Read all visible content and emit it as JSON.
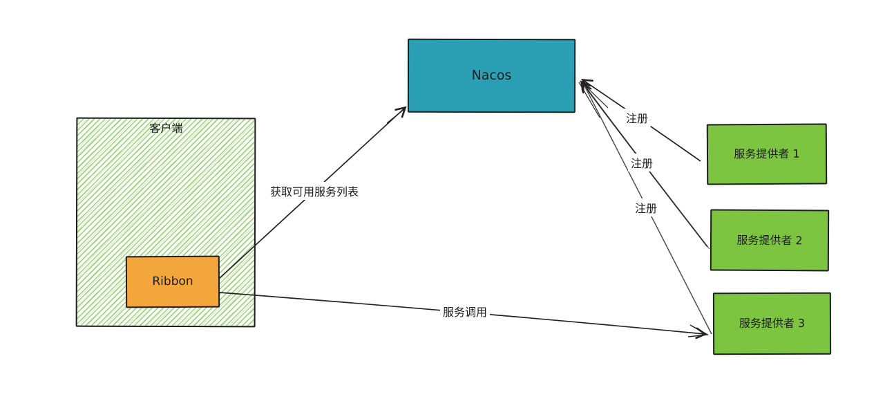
{
  "nodes": {
    "client": {
      "label": "客户端",
      "type": "container",
      "fill": "hatched-green"
    },
    "ribbon": {
      "label": "Ribbon",
      "type": "box",
      "fill": "#F2A63B"
    },
    "nacos": {
      "label": "Nacos",
      "type": "box",
      "fill": "#2B9FB3"
    },
    "provider1": {
      "label": "服务提供者 1",
      "type": "box",
      "fill": "#7DC540"
    },
    "provider2": {
      "label": "服务提供者 2",
      "type": "box",
      "fill": "#7DC540"
    },
    "provider3": {
      "label": "服务提供者 3",
      "type": "box",
      "fill": "#7DC540"
    }
  },
  "edges": [
    {
      "id": "fetch",
      "from": "ribbon",
      "to": "nacos",
      "label": "获取可用服务列表"
    },
    {
      "id": "invoke",
      "from": "ribbon",
      "to": "provider3",
      "label": "服务调用"
    },
    {
      "id": "register1",
      "from": "provider1",
      "to": "nacos",
      "label": "注册"
    },
    {
      "id": "register2",
      "from": "provider2",
      "to": "nacos",
      "label": "注册"
    },
    {
      "id": "register3",
      "from": "provider3",
      "to": "nacos",
      "label": "注册"
    }
  ],
  "colors": {
    "stroke": "#1d1d1d",
    "nacos_teal": "#2B9FB3",
    "provider_green": "#7DC540",
    "ribbon_orange": "#F2A63B",
    "hatch_green": "#7CC54D",
    "background": "#FFFFFF"
  }
}
